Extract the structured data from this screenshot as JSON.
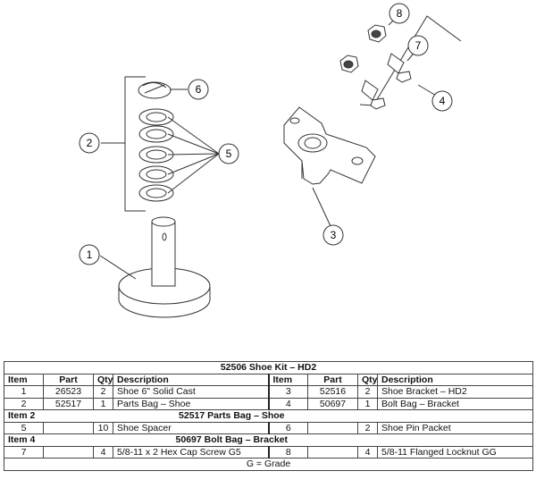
{
  "callouts": {
    "c1": "1",
    "c2": "2",
    "c3": "3",
    "c4": "4",
    "c5": "5",
    "c6": "6",
    "c7": "7",
    "c8": "8"
  },
  "table": {
    "title": "52506  Shoe Kit – HD2",
    "headers": [
      "Item",
      "Part",
      "Qty",
      "Description"
    ],
    "main_rows": [
      {
        "left": {
          "item": "1",
          "part": "26523",
          "qty": "2",
          "desc": "Shoe 6\" Solid Cast"
        },
        "right": {
          "item": "3",
          "part": "52516",
          "qty": "2",
          "desc": "Shoe Bracket – HD2"
        }
      },
      {
        "left": {
          "item": "2",
          "part": "52517",
          "qty": "1",
          "desc": "Parts Bag – Shoe"
        },
        "right": {
          "item": "4",
          "part": "50697",
          "qty": "1",
          "desc": "Bolt Bag – Bracket"
        }
      }
    ],
    "bag1": {
      "item_label": "Item 2",
      "title": "52517  Parts Bag – Shoe",
      "left": {
        "item": "5",
        "qty": "10",
        "desc": "Shoe Spacer"
      },
      "right": {
        "item": "6",
        "qty": "2",
        "desc": "Shoe Pin Packet"
      }
    },
    "bag2": {
      "item_label": "Item 4",
      "title": "50697  Bolt Bag – Bracket",
      "left": {
        "item": "7",
        "qty": "4",
        "desc": "5/8-11 x 2 Hex Cap Screw G5"
      },
      "right": {
        "item": "8",
        "qty": "4",
        "desc": "5/8-11 Flanged Locknut GG"
      }
    },
    "footer": "G = Grade"
  }
}
